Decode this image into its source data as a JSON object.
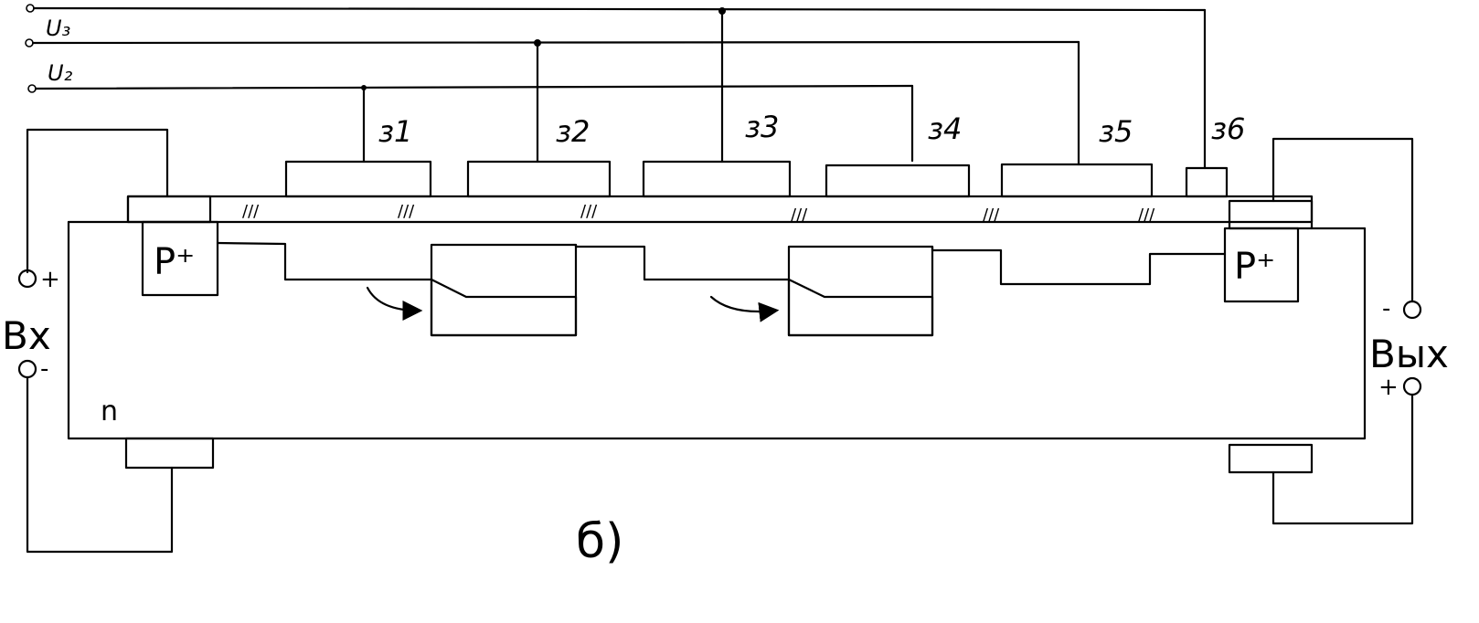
{
  "diagram": {
    "bus_labels": {
      "u3": "U₃",
      "u2": "U₂"
    },
    "gates": [
      "з1",
      "з2",
      "з3",
      "з4",
      "з5",
      "з6"
    ],
    "regions": {
      "p_left": "P⁺",
      "p_right": "P⁺",
      "substrate": "n"
    },
    "input": {
      "label": "Bx",
      "plus": "+",
      "minus": "-"
    },
    "output": {
      "label": "Bыx",
      "plus": "+",
      "minus": "-"
    },
    "oxide_marks": "///",
    "caption": "б)"
  }
}
